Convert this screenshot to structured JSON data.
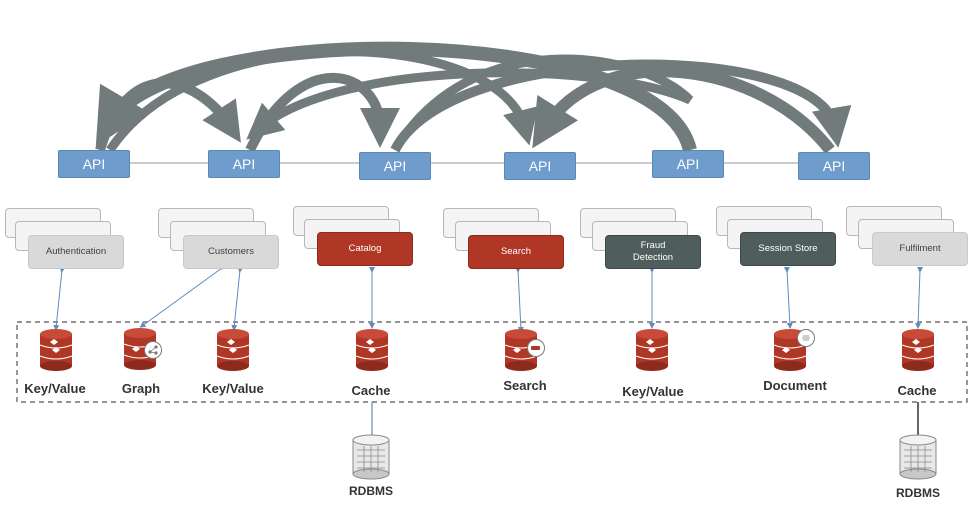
{
  "api_label": "API",
  "services": [
    {
      "label": "Authentication",
      "style": "light"
    },
    {
      "label": "Customers",
      "style": "light"
    },
    {
      "label": "Catalog",
      "style": "red"
    },
    {
      "label": "Search",
      "style": "red"
    },
    {
      "label": "Fraud\nDetection",
      "style": "dark"
    },
    {
      "label": "Session Store",
      "style": "dark"
    },
    {
      "label": "Fulfilment",
      "style": "light"
    }
  ],
  "datastores": [
    {
      "label": "Key/Value",
      "badge": "none"
    },
    {
      "label": "Graph",
      "badge": "graph"
    },
    {
      "label": "Key/Value",
      "badge": "none"
    },
    {
      "label": "Cache",
      "badge": "none"
    },
    {
      "label": "Search",
      "badge": "search"
    },
    {
      "label": "Key/Value",
      "badge": "none"
    },
    {
      "label": "Document",
      "badge": "document"
    },
    {
      "label": "Cache",
      "badge": "none"
    }
  ],
  "rdbms_label": "RDBMS",
  "colors": {
    "api": "#6e9ccc",
    "redis": "#b03626",
    "arrow": "#6b7474",
    "connector": "#5a8cc4"
  },
  "icons": [
    "database-icon",
    "rdbms-icon",
    "graph-icon",
    "search-icon",
    "document-icon"
  ]
}
